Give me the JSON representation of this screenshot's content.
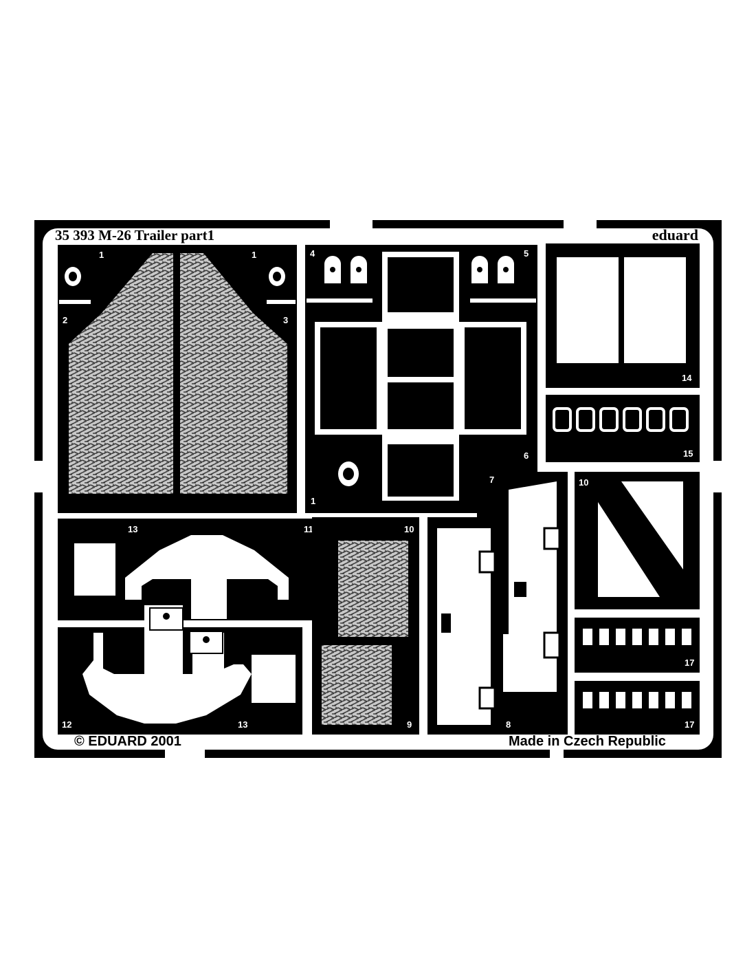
{
  "fret": {
    "title": "35 393  M-26 Trailer   part1",
    "brand": "eduard",
    "copyright": "© EDUARD 2001",
    "origin": "Made in Czech Republic",
    "colors": {
      "background": "#000000",
      "metal": "#ffffff",
      "page": "#ffffff"
    }
  },
  "part_numbers": {
    "p1a": "1",
    "p1b": "1",
    "p1c": "1",
    "p2": "2",
    "p3": "3",
    "p4": "4",
    "p5": "5",
    "p6": "6",
    "p7": "7",
    "p8": "8",
    "p9": "9",
    "p10a": "10",
    "p10b": "10",
    "p11": "11",
    "p12": "12",
    "p13a": "13",
    "p13b": "13",
    "p14": "14",
    "p15": "15",
    "p17a": "17",
    "p17b": "17"
  }
}
